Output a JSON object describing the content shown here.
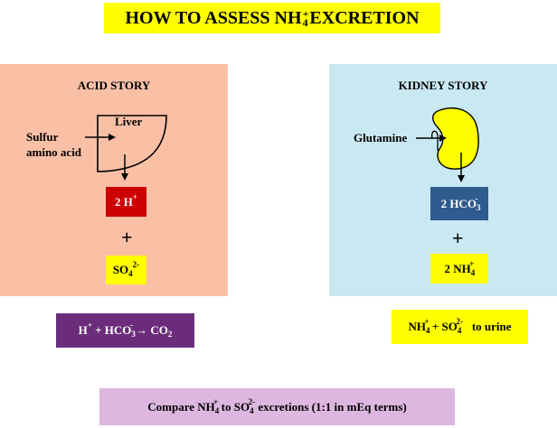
{
  "title": {
    "prefix": "HOW TO ASSESS NH",
    "sub": "4",
    "sup": "+",
    "suffix": " EXCRETION"
  },
  "acid_panel": {
    "title": "ACID STORY",
    "liver_label": "Liver",
    "sulfur_line1": "Sulfur",
    "sulfur_line2": "amino acid",
    "h_box": {
      "base": "2 H",
      "sup": "+"
    },
    "plus": "+",
    "so4_box": {
      "base": "SO",
      "sub": "4",
      "sup": "2-"
    },
    "colors": {
      "panel": "#fac0a6",
      "h_box": "#cc0000",
      "so4_box": "#ffff00"
    }
  },
  "kidney_panel": {
    "title": "KIDNEY STORY",
    "glutamine_label": "Glutamine",
    "hco3_box": {
      "base": "2 HCO",
      "sub": "3",
      "sup": "-"
    },
    "plus": "+",
    "nh4_box": {
      "base": "2 NH",
      "sub": "4",
      "sup": "+"
    },
    "colors": {
      "panel": "#c9e8f2",
      "kidney": "#ffff00",
      "hco3_box": "#2f5b8e",
      "nh4_box": "#ffff00"
    }
  },
  "reaction_box": {
    "h": "H",
    "h_sup": "+",
    "plus": " + ",
    "hco": "HCO",
    "hco_sub": "3",
    "hco_sup": "-",
    "arrow": " → ",
    "co": "CO",
    "co_sub": "2",
    "color": "#6b2d7a"
  },
  "urine_box": {
    "nh": "NH",
    "nh_sub": "4",
    "nh_sup": "+",
    "plus": " + ",
    "so": "SO",
    "so_sub": "4",
    "so_sup": "2-",
    "suffix": "to urine",
    "color": "#ffff00"
  },
  "compare_box": {
    "p1": "Compare NH",
    "nh_sub": "4",
    "nh_sup": "+",
    "p2": " to SO",
    "so_sub": "4",
    "so_sup": "2-",
    "p3": " excretions (1:1 in mEq terms)",
    "color": "#ddb7e0"
  }
}
